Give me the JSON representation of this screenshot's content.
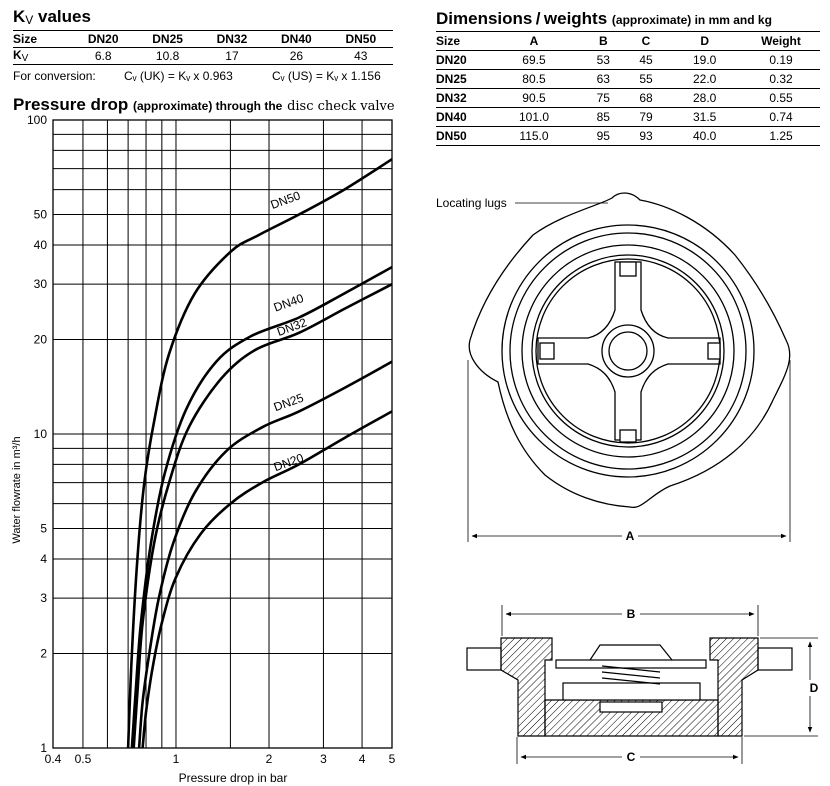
{
  "kv": {
    "title_main": "K",
    "title_sub": "V",
    "title_rest": " values",
    "size_label": "Size",
    "kv_label_main": "K",
    "kv_label_sub": "V",
    "sizes": [
      "DN20",
      "DN25",
      "DN32",
      "DN40",
      "DN50"
    ],
    "values": [
      "6.8",
      "10.8",
      "17",
      "26",
      "43"
    ],
    "conversion_label": "For conversion:",
    "conv_uk": "Cᵥ (UK) = Kᵥ x 0.963",
    "conv_us": "Cᵥ (US) = Kᵥ x 1.156"
  },
  "dimensions": {
    "title": "Dimensions / weights",
    "title_note": "(approximate) in mm and kg",
    "headers": [
      "Size",
      "A",
      "B",
      "C",
      "D",
      "Weight"
    ],
    "rows": [
      [
        "DN20",
        "69.5",
        "53",
        "45",
        "19.0",
        "0.19"
      ],
      [
        "DN25",
        "80.5",
        "63",
        "55",
        "22.0",
        "0.32"
      ],
      [
        "DN32",
        "90.5",
        "75",
        "68",
        "28.0",
        "0.55"
      ],
      [
        "DN40",
        "101.0",
        "85",
        "79",
        "31.5",
        "0.74"
      ],
      [
        "DN50",
        "115.0",
        "95",
        "93",
        "40.0",
        "1.25"
      ]
    ]
  },
  "drawing": {
    "locating_lugs": "Locating lugs",
    "dim_a": "A",
    "dim_b": "B",
    "dim_c": "C",
    "dim_d": "D"
  },
  "chart_data": {
    "type": "line",
    "title": "Pressure drop",
    "subtitle": "(approximate) through the",
    "subtitle_tail": "disc check valve",
    "xlabel": "Pressure drop in bar",
    "ylabel": "Water flowrate in m³/h",
    "x_scale": "log",
    "y_scale": "log",
    "xlim": [
      0.4,
      5
    ],
    "ylim": [
      1,
      100
    ],
    "x_ticks": [
      {
        "v": 0.4,
        "label": "0.4"
      },
      {
        "v": 0.5,
        "label": "0.5"
      },
      {
        "v": 1,
        "label": "1"
      },
      {
        "v": 2,
        "label": "2"
      },
      {
        "v": 3,
        "label": "3"
      },
      {
        "v": 4,
        "label": "4"
      },
      {
        "v": 5,
        "label": "5"
      }
    ],
    "x_minor": [
      0.6,
      0.7,
      0.8,
      0.9,
      1.5
    ],
    "y_ticks": [
      {
        "v": 1,
        "label": "1"
      },
      {
        "v": 2,
        "label": "2"
      },
      {
        "v": 3,
        "label": "3"
      },
      {
        "v": 4,
        "label": "4"
      },
      {
        "v": 5,
        "label": "5"
      },
      {
        "v": 10,
        "label": "10"
      },
      {
        "v": 20,
        "label": "20"
      },
      {
        "v": 30,
        "label": "30"
      },
      {
        "v": 40,
        "label": "40"
      },
      {
        "v": 50,
        "label": "50"
      },
      {
        "v": 100,
        "label": "100"
      }
    ],
    "y_minor": [
      6,
      7,
      8,
      9,
      60,
      70,
      80,
      90
    ],
    "grid": true,
    "series": [
      {
        "name": "DN20",
        "label_at": [
          2.1,
          7.6
        ],
        "points": [
          [
            0.78,
            1
          ],
          [
            0.8,
            1.3
          ],
          [
            0.84,
            1.8
          ],
          [
            0.9,
            2.5
          ],
          [
            1.0,
            3.5
          ],
          [
            1.2,
            4.8
          ],
          [
            1.5,
            6.0
          ],
          [
            1.9,
            7.0
          ],
          [
            2.5,
            8.0
          ],
          [
            3.5,
            9.7
          ],
          [
            5.0,
            11.8
          ]
        ]
      },
      {
        "name": "DN25",
        "label_at": [
          2.1,
          11.8
        ],
        "points": [
          [
            0.76,
            1
          ],
          [
            0.78,
            1.4
          ],
          [
            0.82,
            2.0
          ],
          [
            0.88,
            3.0
          ],
          [
            0.98,
            4.5
          ],
          [
            1.15,
            6.5
          ],
          [
            1.45,
            8.8
          ],
          [
            1.9,
            10.5
          ],
          [
            2.5,
            11.8
          ],
          [
            3.5,
            14.0
          ],
          [
            5.0,
            17.0
          ]
        ]
      },
      {
        "name": "DN32",
        "label_at": [
          2.15,
          20.5
        ],
        "points": [
          [
            0.73,
            1
          ],
          [
            0.75,
            1.5
          ],
          [
            0.78,
            2.5
          ],
          [
            0.85,
            4.5
          ],
          [
            0.95,
            7.0
          ],
          [
            1.1,
            10.5
          ],
          [
            1.4,
            15.0
          ],
          [
            1.8,
            18.5
          ],
          [
            2.5,
            21.0
          ],
          [
            3.5,
            25.0
          ],
          [
            5.0,
            30.0
          ]
        ]
      },
      {
        "name": "DN40",
        "label_at": [
          2.1,
          24.5
        ],
        "points": [
          [
            0.72,
            1
          ],
          [
            0.74,
            1.5
          ],
          [
            0.77,
            2.5
          ],
          [
            0.83,
            4.5
          ],
          [
            0.92,
            7.5
          ],
          [
            1.08,
            12.0
          ],
          [
            1.35,
            17.0
          ],
          [
            1.75,
            20.5
          ],
          [
            2.5,
            23.5
          ],
          [
            3.5,
            28.0
          ],
          [
            5.0,
            34.0
          ]
        ]
      },
      {
        "name": "DN50",
        "label_at": [
          2.05,
          52
        ],
        "points": [
          [
            0.7,
            1
          ],
          [
            0.72,
            2.0
          ],
          [
            0.75,
            4.0
          ],
          [
            0.79,
            7.0
          ],
          [
            0.85,
            11.0
          ],
          [
            0.95,
            18.0
          ],
          [
            1.15,
            28.0
          ],
          [
            1.5,
            38.0
          ],
          [
            1.85,
            43.0
          ],
          [
            2.5,
            50.0
          ],
          [
            3.5,
            60.0
          ],
          [
            5.0,
            75.0
          ]
        ]
      }
    ]
  }
}
